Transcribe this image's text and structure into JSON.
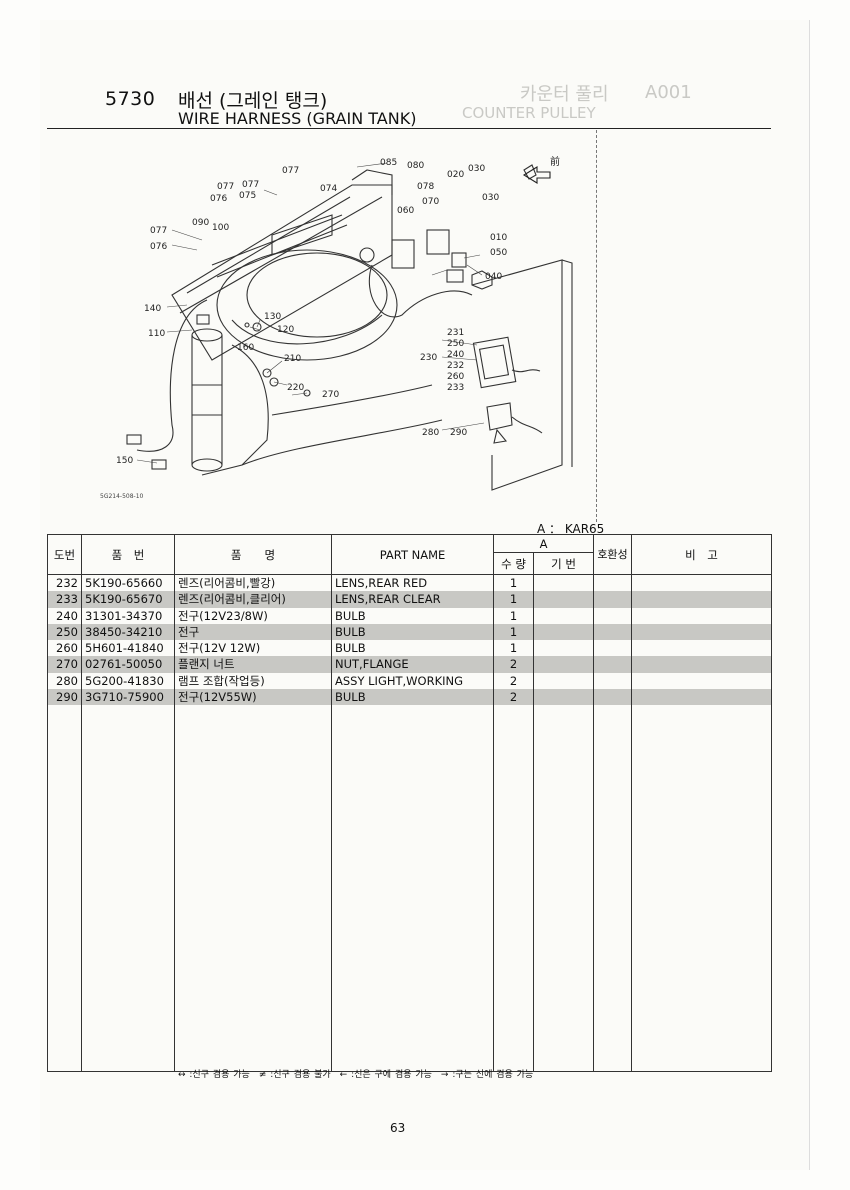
{
  "header": {
    "code": "5730",
    "title_kr": "배선 (그레인 탱크)",
    "title_en": "WIRE HARNESS (GRAIN TANK)"
  },
  "ghost_header": {
    "code": "A001",
    "title_kr": "카운터 풀리",
    "title_en": "COUNTER PULLEY"
  },
  "diagram": {
    "front_label": "前",
    "figure_id": "5G214-508-10",
    "callouts": [
      "085",
      "080",
      "077",
      "020",
      "030",
      "077",
      "077",
      "074",
      "078",
      "076",
      "075",
      "030",
      "060",
      "070",
      "010",
      "077",
      "090",
      "100",
      "076",
      "050",
      "040",
      "140",
      "130",
      "120",
      "110",
      "160",
      "231",
      "250",
      "240",
      "232",
      "260",
      "233",
      "210",
      "220",
      "230",
      "270",
      "280",
      "290",
      "150"
    ]
  },
  "variant_note": "A ： KAR65",
  "columns": {
    "ref": "도번",
    "part_no": "품　번",
    "name_kr": "품　　명",
    "name_en": "PART NAME",
    "group_a": "A",
    "qty": "수 량",
    "base": "기 번",
    "compat": "호환성",
    "remarks": "비　고"
  },
  "rows": [
    {
      "ref": "232",
      "part_no": "5K190-65660",
      "name_kr": "렌즈(리어콤비,빨강)",
      "name_en": "LENS,REAR RED",
      "qty": "1"
    },
    {
      "ref": "233",
      "part_no": "5K190-65670",
      "name_kr": "렌즈(리어콤비,클리어)",
      "name_en": "LENS,REAR CLEAR",
      "qty": "1"
    },
    {
      "ref": "240",
      "part_no": "31301-34370",
      "name_kr": "전구(12V23/8W)",
      "name_en": "BULB",
      "qty": "1"
    },
    {
      "ref": "250",
      "part_no": "38450-34210",
      "name_kr": "전구",
      "name_en": "BULB",
      "qty": "1"
    },
    {
      "ref": "260",
      "part_no": "5H601-41840",
      "name_kr": "전구(12V 12W)",
      "name_en": "BULB",
      "qty": "1"
    },
    {
      "ref": "270",
      "part_no": "02761-50050",
      "name_kr": "플랜지 너트",
      "name_en": "NUT,FLANGE",
      "qty": "2"
    },
    {
      "ref": "280",
      "part_no": "5G200-41830",
      "name_kr": "램프 조합(작업등)",
      "name_en": "ASSY LIGHT,WORKING",
      "qty": "2"
    },
    {
      "ref": "290",
      "part_no": "3G710-75900",
      "name_kr": "전구(12V55W)",
      "name_en": "BULB",
      "qty": "2"
    }
  ],
  "legend": "↔ :신구 겸용 가능　≠ :신구 겸용 불가　← :신은 구에 겸용 가능　→ :구는 신에 겸용 가능",
  "page_number": "63"
}
